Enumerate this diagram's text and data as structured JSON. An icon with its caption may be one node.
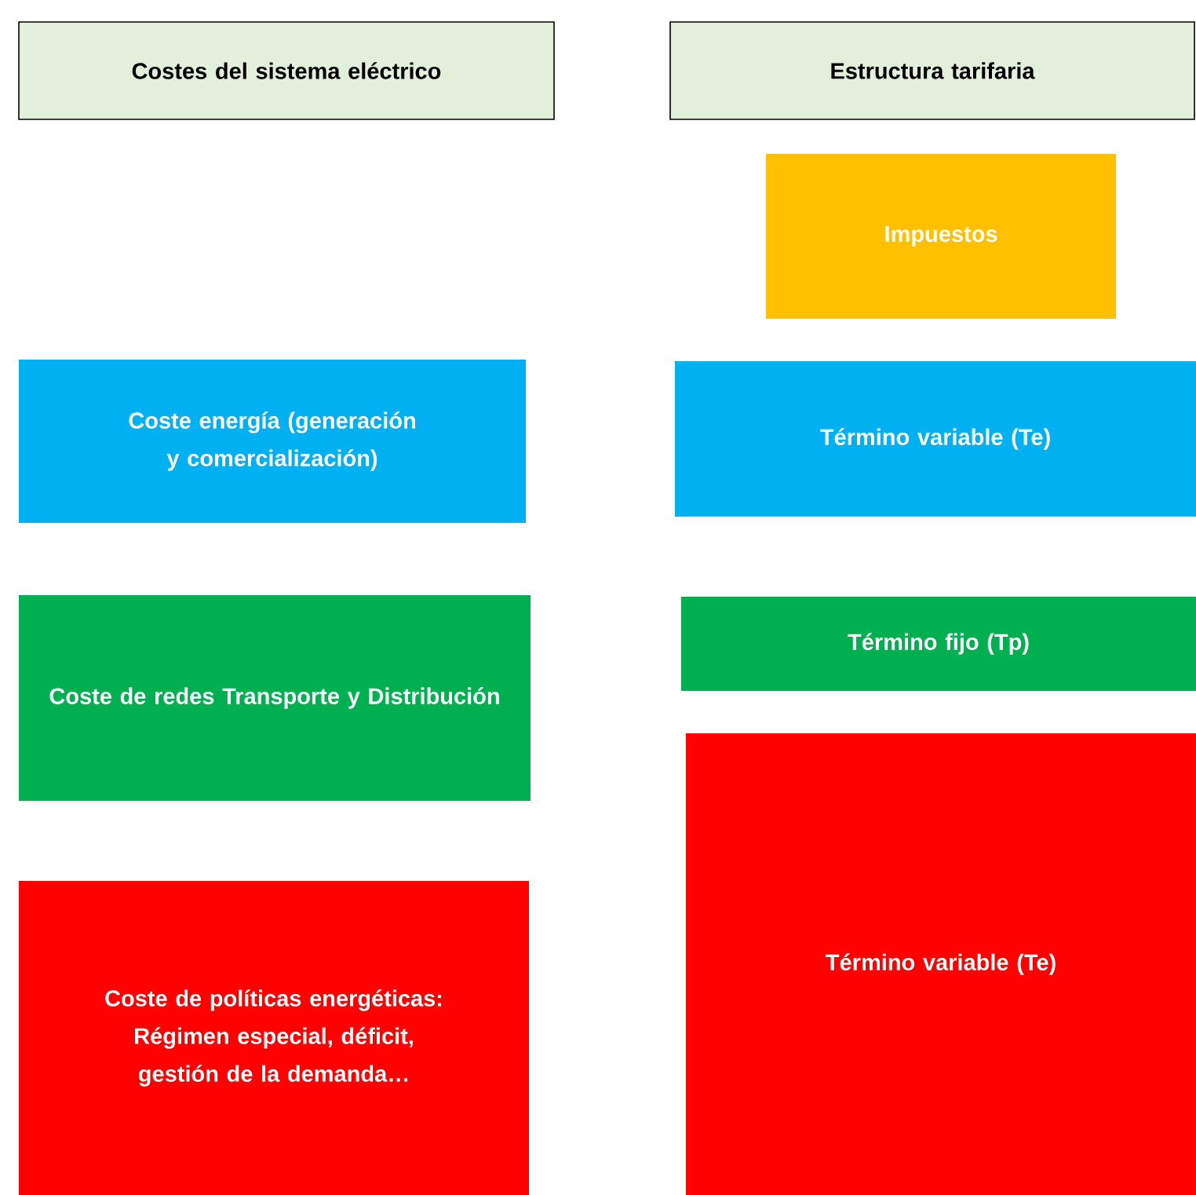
{
  "diagram": {
    "nodes": [
      {
        "text": [
          "Costes del sistema eléctrico"
        ]
      },
      {
        "text": [
          "Estructura tarifaria"
        ]
      },
      {
        "text": [
          "Impuestos"
        ]
      },
      {
        "text": [
          "Coste energía (generación y comercialización)"
        ]
      },
      {
        "text": [
          "Término variable (Te)"
        ]
      },
      {
        "text": [
          "Coste de redes Transporte y Distribución"
        ]
      },
      {
        "text": [
          "Término fijo (Tp)"
        ]
      },
      {
        "text": [
          "Coste de políticas energéticas: Régimen especial, déficit, gestión de la demanda…"
        ]
      },
      {
        "text": [
          "Término variable (Te)"
        ]
      }
    ]
  }
}
